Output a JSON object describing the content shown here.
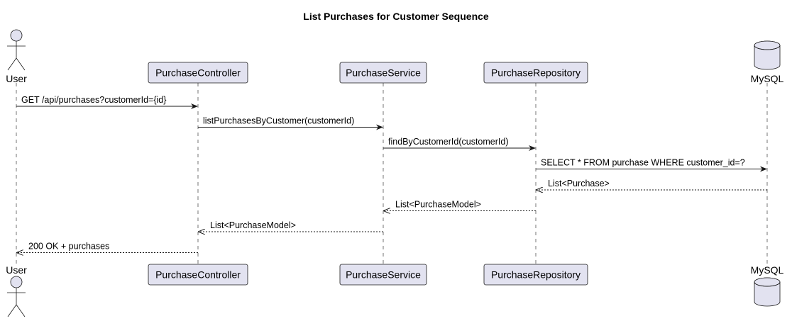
{
  "title": "List Purchases for Customer Sequence",
  "participants": [
    {
      "id": "user",
      "label": "User",
      "kind": "actor"
    },
    {
      "id": "controller",
      "label": "PurchaseController",
      "kind": "participant"
    },
    {
      "id": "service",
      "label": "PurchaseService",
      "kind": "participant"
    },
    {
      "id": "repository",
      "label": "PurchaseRepository",
      "kind": "participant"
    },
    {
      "id": "mysql",
      "label": "MySQL",
      "kind": "database"
    }
  ],
  "messages": [
    {
      "from": "user",
      "to": "controller",
      "label": "GET /api/purchases?customerId={id}",
      "type": "call"
    },
    {
      "from": "controller",
      "to": "service",
      "label": "listPurchasesByCustomer(customerId)",
      "type": "call"
    },
    {
      "from": "service",
      "to": "repository",
      "label": "findByCustomerId(customerId)",
      "type": "call"
    },
    {
      "from": "repository",
      "to": "mysql",
      "label": "SELECT * FROM purchase WHERE customer_id=?",
      "type": "call"
    },
    {
      "from": "mysql",
      "to": "repository",
      "label": "List<Purchase>",
      "type": "return"
    },
    {
      "from": "repository",
      "to": "service",
      "label": "List<PurchaseModel>",
      "type": "return"
    },
    {
      "from": "service",
      "to": "controller",
      "label": "List<PurchaseModel>",
      "type": "return"
    },
    {
      "from": "controller",
      "to": "user",
      "label": "200 OK + purchases",
      "type": "return"
    }
  ],
  "colors": {
    "participant_fill": "#e2e2f0",
    "stroke": "#181818"
  }
}
